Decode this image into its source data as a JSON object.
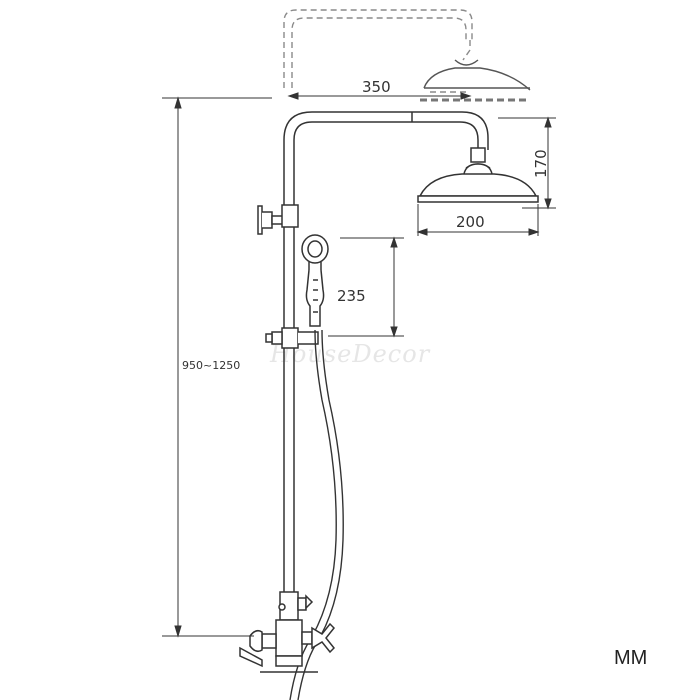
{
  "dimensions": {
    "arm_length": "350",
    "head_height": "170",
    "head_diameter": "200",
    "handheld_length": "235",
    "total_height": "950~1250"
  },
  "unit_label": "MM",
  "watermark": "HouseDecor",
  "colors": {
    "line": "#333333",
    "dashed": "#8a8a8a",
    "watermark": "#e6e6e6"
  }
}
